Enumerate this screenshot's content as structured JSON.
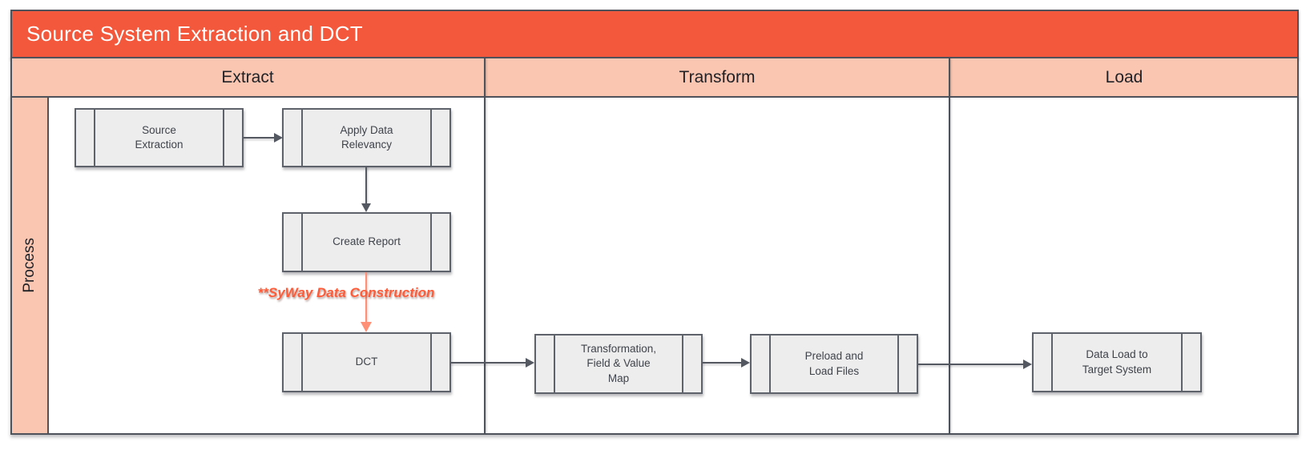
{
  "diagram": {
    "title": "Source System Extraction and DCT",
    "row_label": "Process",
    "lanes": [
      {
        "label": "Extract"
      },
      {
        "label": "Transform"
      },
      {
        "label": "Load"
      }
    ],
    "nodes": [
      {
        "id": "source-extraction",
        "lane": "Extract",
        "label": "Source\nExtraction"
      },
      {
        "id": "apply-data-relevancy",
        "lane": "Extract",
        "label": "Apply Data\nRelevancy"
      },
      {
        "id": "create-report",
        "lane": "Extract",
        "label": "Create Report"
      },
      {
        "id": "dct",
        "lane": "Extract",
        "label": "DCT"
      },
      {
        "id": "transformation-field-value-map",
        "lane": "Transform",
        "label": "Transformation,\nField & Value\nMap"
      },
      {
        "id": "preload-and-load-files",
        "lane": "Transform",
        "label": "Preload and\nLoad Files"
      },
      {
        "id": "data-load-to-target-system",
        "lane": "Load",
        "label": "Data Load to\nTarget System"
      }
    ],
    "edges": [
      {
        "from": "source-extraction",
        "to": "apply-data-relevancy",
        "color": "dark"
      },
      {
        "from": "apply-data-relevancy",
        "to": "create-report",
        "color": "dark"
      },
      {
        "from": "create-report",
        "to": "dct",
        "color": "orange",
        "annotation": "**SyWay Data Construction"
      },
      {
        "from": "dct",
        "to": "transformation-field-value-map",
        "color": "dark"
      },
      {
        "from": "transformation-field-value-map",
        "to": "preload-and-load-files",
        "color": "dark"
      },
      {
        "from": "preload-and-load-files",
        "to": "data-load-to-target-system",
        "color": "dark"
      }
    ],
    "annotation": "**SyWay Data Construction",
    "colors": {
      "title_bar": "#F4583C",
      "lane_header": "#FAC6B1",
      "frame_border": "#4E525B",
      "node_fill": "#EDEDED",
      "node_border": "#5E626B",
      "connector": "#545861",
      "orange_connector": "#FF9078",
      "annotation_text": "#FF5B38",
      "title_text": "#FFFFFF"
    }
  }
}
